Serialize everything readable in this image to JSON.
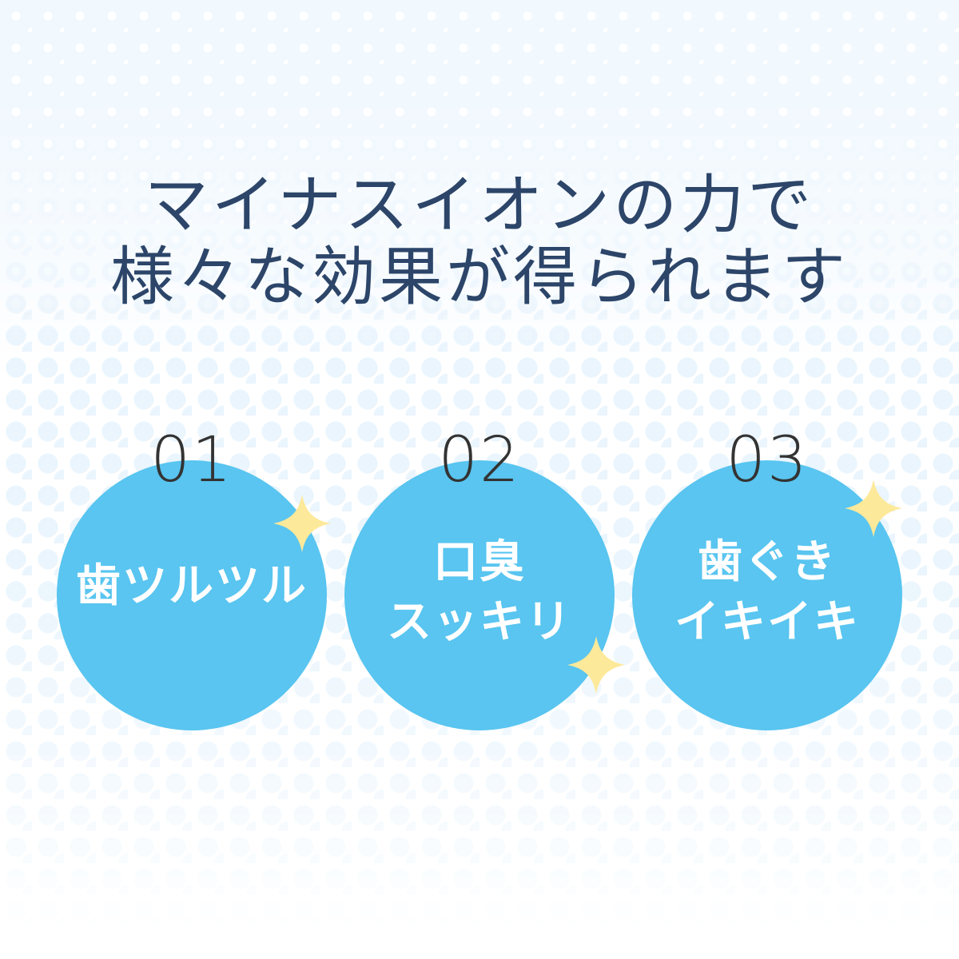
{
  "title": {
    "line1": "マイナスイオンの力で",
    "line2": "様々な効果が得られます",
    "color": "#2c4569"
  },
  "colors": {
    "circle": "#59c5f0",
    "sparkle": "#fde99a",
    "number": "#333333",
    "label": "#ffffff",
    "bg_top": "#f1f8fe",
    "bg_dot": "#eaf5fd"
  },
  "items": [
    {
      "number": "01",
      "lines": [
        "歯ツルツル"
      ],
      "icon": "sparkle-icon"
    },
    {
      "number": "02",
      "lines": [
        "口臭",
        "スッキリ"
      ],
      "icon": "sparkle-icon"
    },
    {
      "number": "03",
      "lines": [
        "歯ぐき",
        "イキイキ"
      ],
      "icon": "sparkle-icon"
    }
  ]
}
